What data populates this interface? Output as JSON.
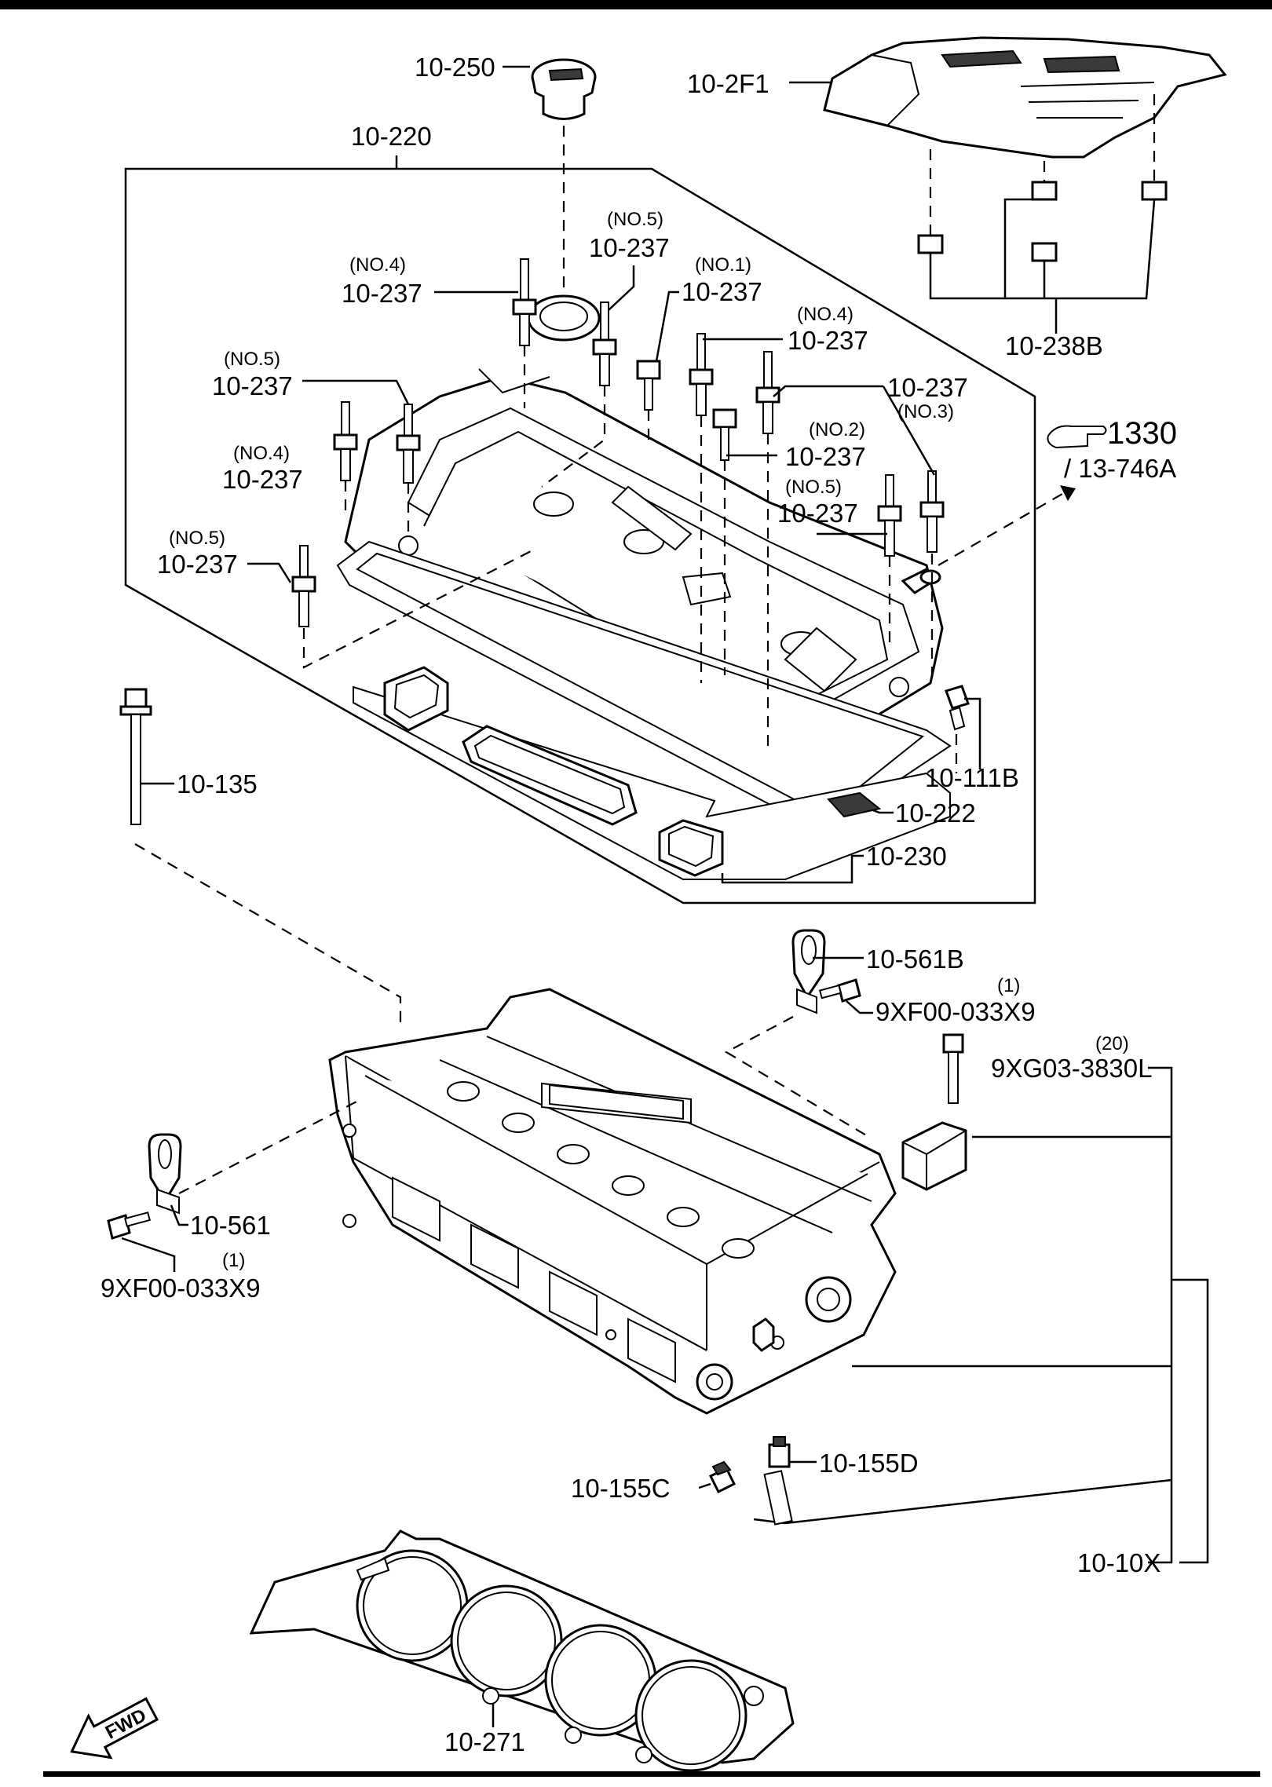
{
  "diagram_type": "exploded parts diagram",
  "labels": [
    {
      "id": "oil-filler-cap",
      "text": "10-250"
    },
    {
      "id": "engine-cover",
      "text": "10-2F1"
    },
    {
      "id": "cylinder-head-cover-assy",
      "text": "10-220"
    },
    {
      "id": "bolt-no5-a",
      "qualifier": "(NO.5)",
      "text": "10-237"
    },
    {
      "id": "bolt-no1",
      "qualifier": "(NO.1)",
      "text": "10-237"
    },
    {
      "id": "bolt-no4-a",
      "qualifier": "(NO.4)",
      "text": "10-237"
    },
    {
      "id": "bolt-no4-b",
      "qualifier": "(NO.4)",
      "text": "10-237"
    },
    {
      "id": "bolt-no5-b",
      "qualifier": "(NO.5)",
      "text": "10-237"
    },
    {
      "id": "bolt-no3",
      "qualifier": "(NO.3)",
      "text": "10-237"
    },
    {
      "id": "bolt-no2",
      "qualifier": "(NO.2)",
      "text": "10-237"
    },
    {
      "id": "bolt-no4-c",
      "qualifier": "(NO.4)",
      "text": "10-237"
    },
    {
      "id": "bolt-no5-c",
      "qualifier": "(NO.5)",
      "text": "10-237"
    },
    {
      "id": "bolt-no5-d",
      "qualifier": "(NO.5)",
      "text": "10-237"
    },
    {
      "id": "cover-grommet",
      "text": "10-238B"
    },
    {
      "id": "ref-group",
      "text": "1330"
    },
    {
      "id": "ref-part",
      "text": "/ 13-746A"
    },
    {
      "id": "pcv-valve",
      "text": "10-111B"
    },
    {
      "id": "head-bolt",
      "text": "10-135"
    },
    {
      "id": "gasket-222",
      "text": "10-222"
    },
    {
      "id": "head-cover-gasket",
      "text": "10-230"
    },
    {
      "id": "engine-hanger-rear",
      "text": "10-561B"
    },
    {
      "id": "bolt-hanger-rear",
      "qualifier": "(1)",
      "text": "9XF00-033X9"
    },
    {
      "id": "cap-bolt",
      "qualifier": "(20)",
      "text": "9XG03-3830L"
    },
    {
      "id": "engine-hanger-front",
      "text": "10-561"
    },
    {
      "id": "bolt-hanger-front",
      "qualifier": "(1)",
      "text": "9XF00-033X9"
    },
    {
      "id": "valve-seal-c",
      "text": "10-155C"
    },
    {
      "id": "valve-guide-d",
      "text": "10-155D"
    },
    {
      "id": "cylinder-head-assy",
      "text": "10-10X"
    },
    {
      "id": "head-gasket",
      "text": "10-271"
    }
  ],
  "fwd_label": "FWD",
  "colors": {
    "line": "#000000",
    "background": "#ffffff"
  }
}
